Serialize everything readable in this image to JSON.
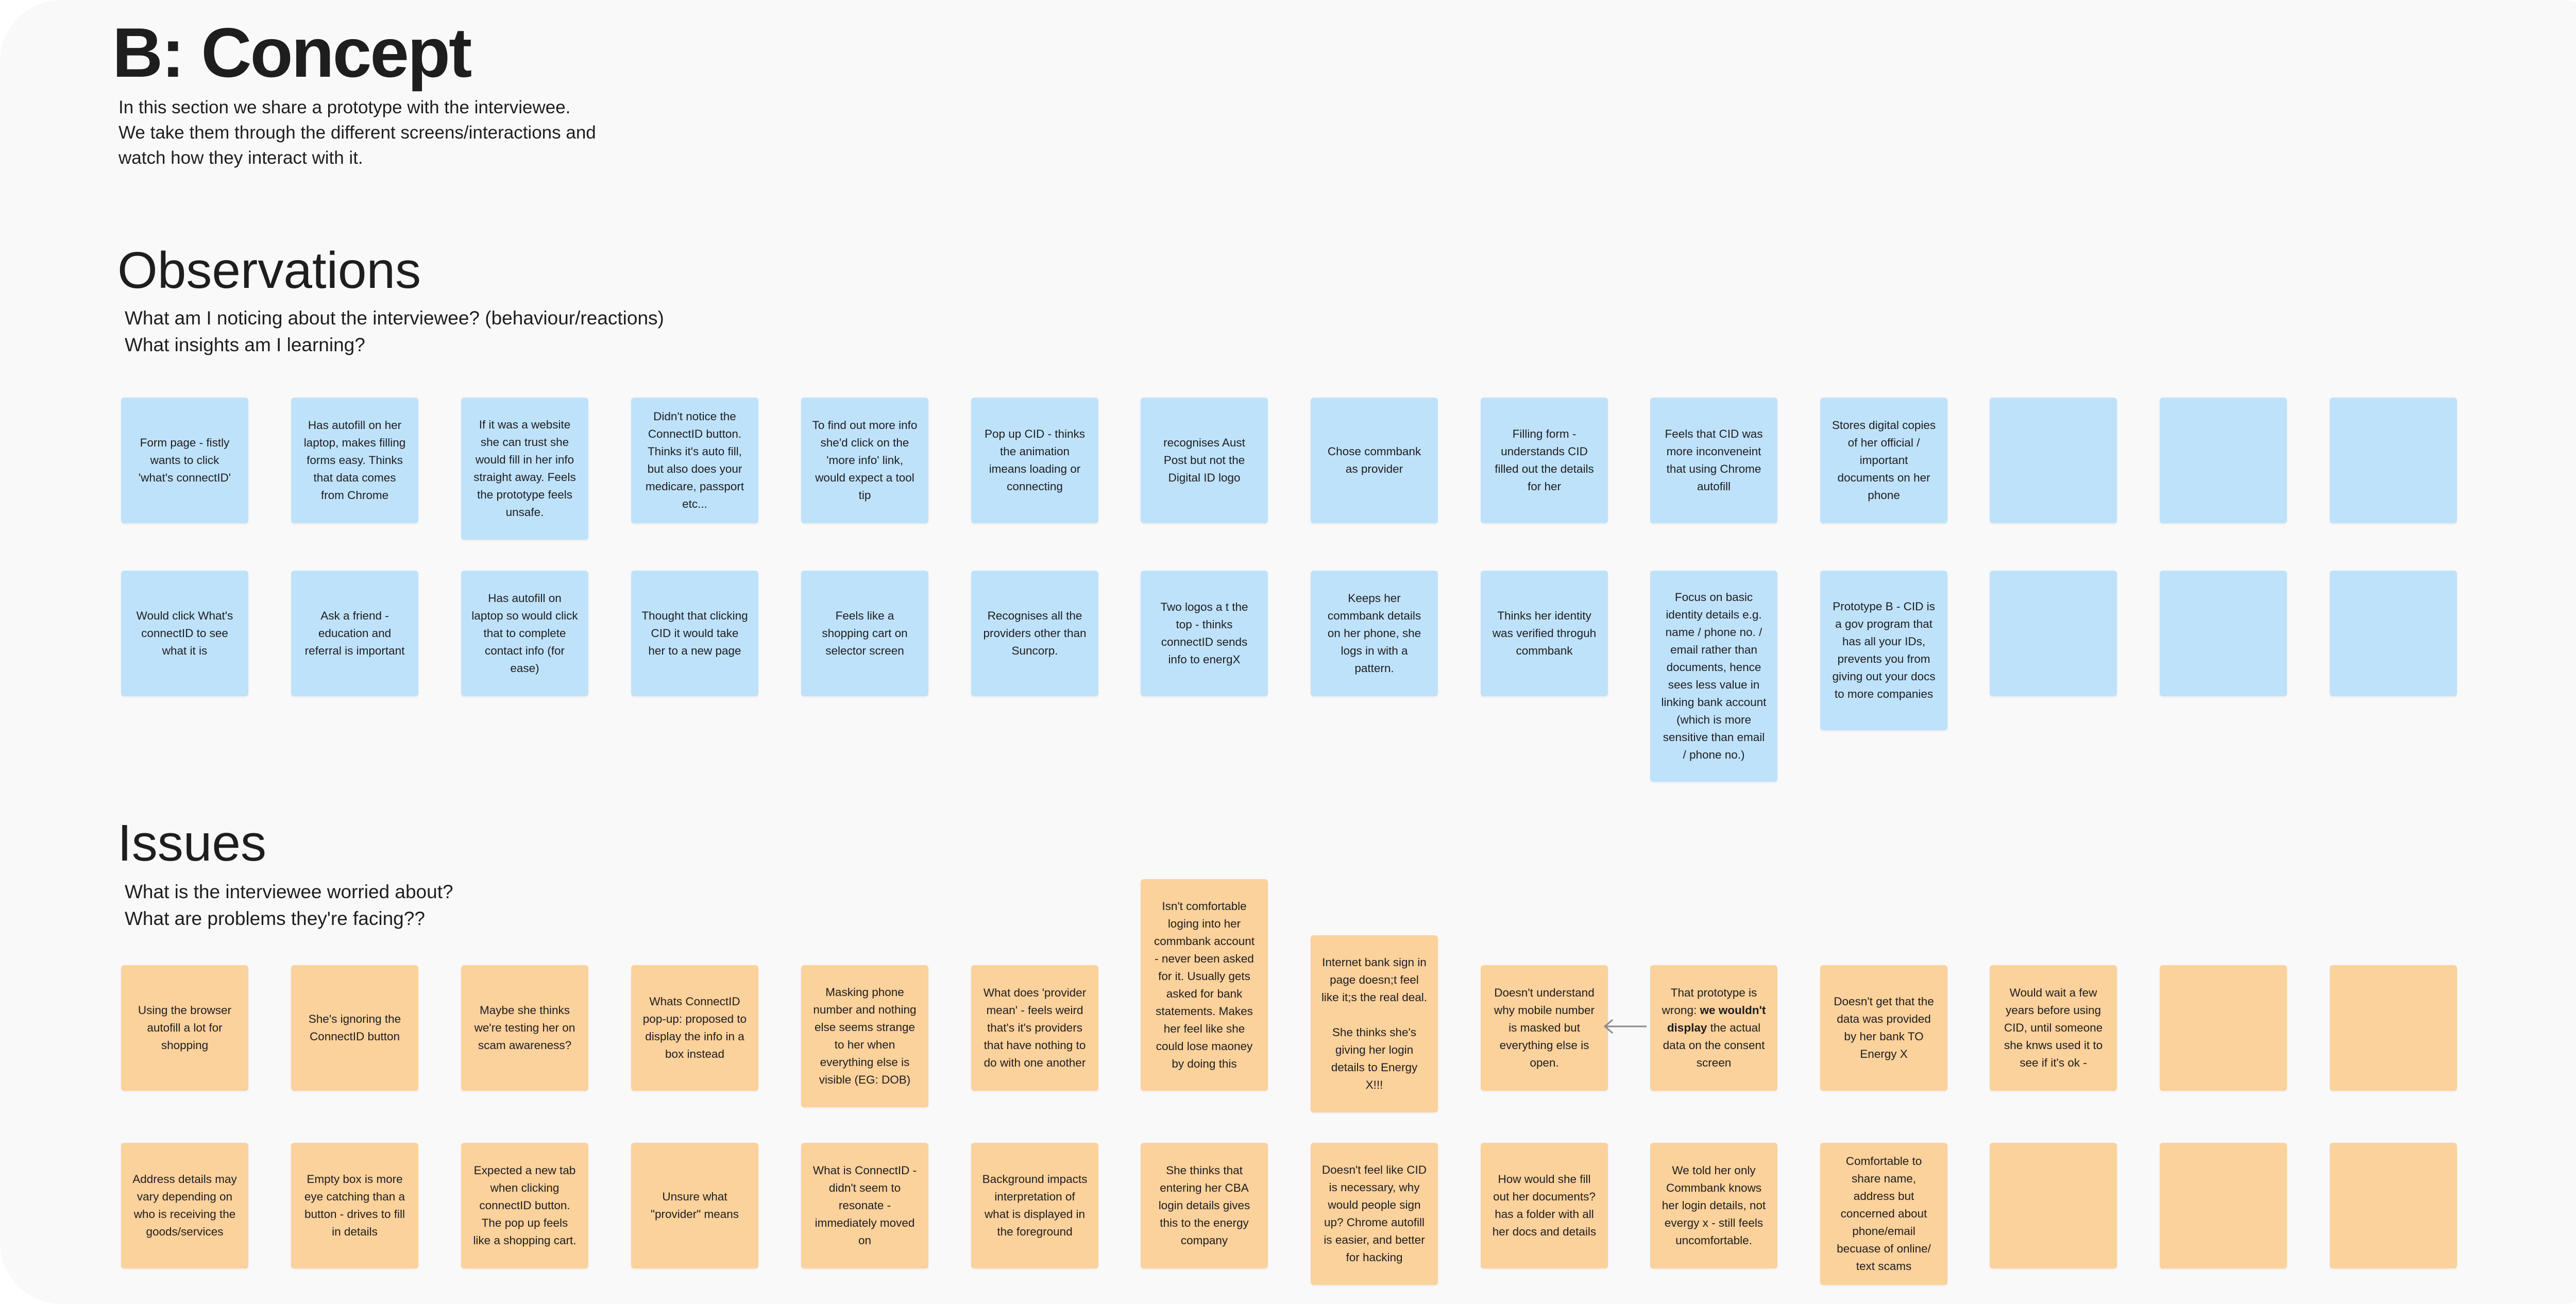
{
  "header": {
    "title": "B: Concept",
    "intro_lines": [
      "In this section we share a prototype with the interviewee.",
      "We take them through the different screens/interactions and",
      "watch how they interact with it."
    ]
  },
  "observations": {
    "heading": "Observations",
    "prompts": [
      "What am I noticing about the interviewee? (behaviour/reactions)",
      "What insights am I learning?"
    ],
    "row1": [
      "Form page - fistly wants to click 'what's connectID'",
      "Has autofill on her laptop, makes filling forms easy. Thinks that data comes from Chrome",
      "If it was a website she can trust she would fill in her info straight away. Feels the prototype feels unsafe.",
      "Didn't notice the ConnectID button. Thinks it's auto fill, but also does your medicare, passport etc...",
      "To find out more info she'd click on the 'more info' link, would expect a tool tip",
      "Pop up CID - thinks the animation imeans loading or connecting",
      "recognises Aust Post but not the Digital ID logo",
      "Chose commbank as provider",
      "Filling form - understands CID filled out the details for her",
      "Feels that CID was more inconveneint that using Chrome autofill",
      "Stores digital copies of her official / important documents on her phone",
      "",
      "",
      ""
    ],
    "row2": [
      "Would click What's connectID to see what it is",
      "Ask a friend - education and referral is important",
      "Has autofill on laptop so would click that to complete contact info (for ease)",
      "Thought that clicking CID it would take her to a new page",
      "Feels like a shopping cart on selector screen",
      "Recognises all the providers other than Suncorp.",
      "Two logos a t the top - thinks connectID sends info to energX",
      "Keeps her commbank details on her phone, she logs in with a pattern.",
      "Thinks her identity was verified throguh commbank",
      "Focus on basic identity details e.g. name / phone no. / email rather than documents, hence sees less value in linking bank account (which is more sensitive than email / phone no.)",
      "Prototype B - CID is a gov program that has all your IDs, prevents you from giving out your docs to more companies",
      "",
      "",
      ""
    ]
  },
  "issues": {
    "heading": "Issues",
    "prompts": [
      "What is the interviewee worried about?",
      "What are problems they're facing??"
    ],
    "row1": [
      "Using the browser autofill a lot for shopping",
      "She's ignoring the ConnectID button",
      "Maybe she thinks we're testing her on scam awareness?",
      "Whats ConnectID pop-up: proposed to display the info in a box instead",
      "Masking phone number and nothing else seems strange to her when everything else is visible (EG: DOB)",
      "What does 'provider mean' - feels weird that's it's providers that have nothing to do with one another",
      "Isn't comfortable loging into her commbank account - never been asked for it. Usually gets asked for bank statements. Makes her feel like she could lose maoney by doing this",
      "Internet bank sign in page doesn;t feel like it;s the real deal.\n\nShe thinks she's giving her login details to Energy X!!!",
      "Doesn't understand why mobile number is masked but everything else is open.",
      "That prototype is wrong: we wouldn't display the actual data on the consent screen",
      "Doesn't get that the data was provided by her bank TO Energy X",
      "Would wait a few years before using CID, until someone she knws used it to see if it's ok -",
      "",
      ""
    ],
    "row2": [
      "Address details may vary depending on who is receiving the goods/services",
      "Empty box is more eye catching than a button - drives to fill in details",
      "Expected a new tab when clicking connectID button. The pop up feels like a shopping cart.",
      "Unsure what \"provider\" means",
      "What is ConnectID - didn't seem to resonate - immediately moved on",
      "Background impacts interpretation of what is displayed in the foreground",
      "She thinks that entering her CBA login details gives this to the energy company",
      "Doesn't feel like CID is necessary, why would people sign up? Chrome autofill is easier, and better for hacking",
      "How would she fill out her documents? has a folder with all her docs and details",
      "We told her only Commbank knows her login details, not evergy x - still feels uncomfortable.",
      "Comfortable to share name, address but concerned about phone/email becuase of online/ text scams",
      "",
      "",
      ""
    ]
  },
  "colors": {
    "observation_sticky": "#bfe2fb",
    "issue_sticky": "#fbd19c",
    "board_background": "#f9f9f9"
  }
}
